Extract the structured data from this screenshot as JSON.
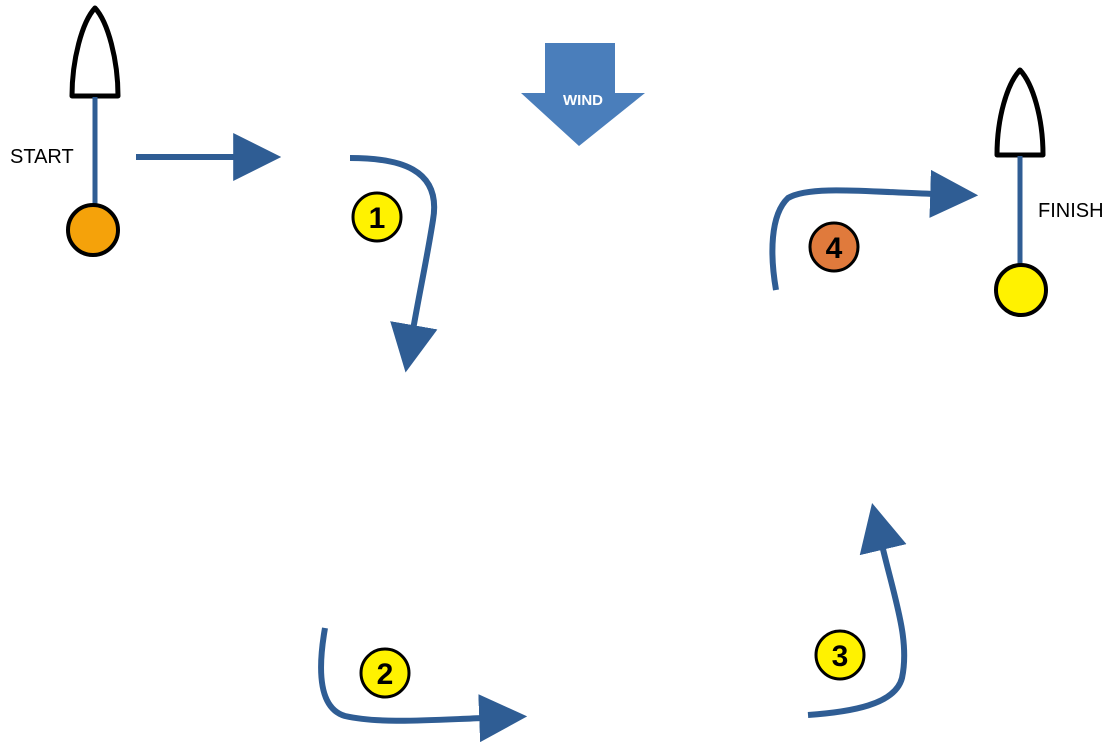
{
  "labels": {
    "start": "START",
    "finish": "FINISH",
    "wind": "WIND"
  },
  "markers": [
    {
      "number": "1",
      "fill": "#fff200"
    },
    {
      "number": "2",
      "fill": "#fff200"
    },
    {
      "number": "3",
      "fill": "#fff200"
    },
    {
      "number": "4",
      "fill": "#e07a3c"
    }
  ],
  "colors": {
    "arrow": "#2f5d94",
    "wind_arrow": "#4a7ebb",
    "start_buoy": "#f5a20a",
    "finish_buoy": "#fff200",
    "outline": "#000000"
  }
}
